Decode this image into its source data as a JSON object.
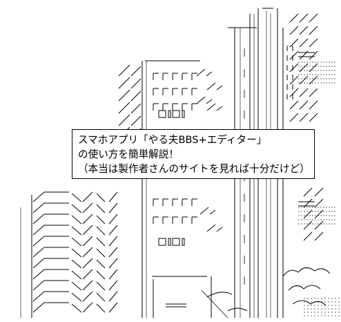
{
  "caption": {
    "line1": "スマホアプリ「やる夫BBS+エディター」",
    "line2": "の使い方を簡単解説！",
    "line3": "（本当は製作者さんのサイトを見れば十分だけど）"
  },
  "art": {
    "style": "ASCII/Shift-JIS line art of city buildings",
    "stroke_color": "#000000",
    "background_color": "#ffffff"
  }
}
